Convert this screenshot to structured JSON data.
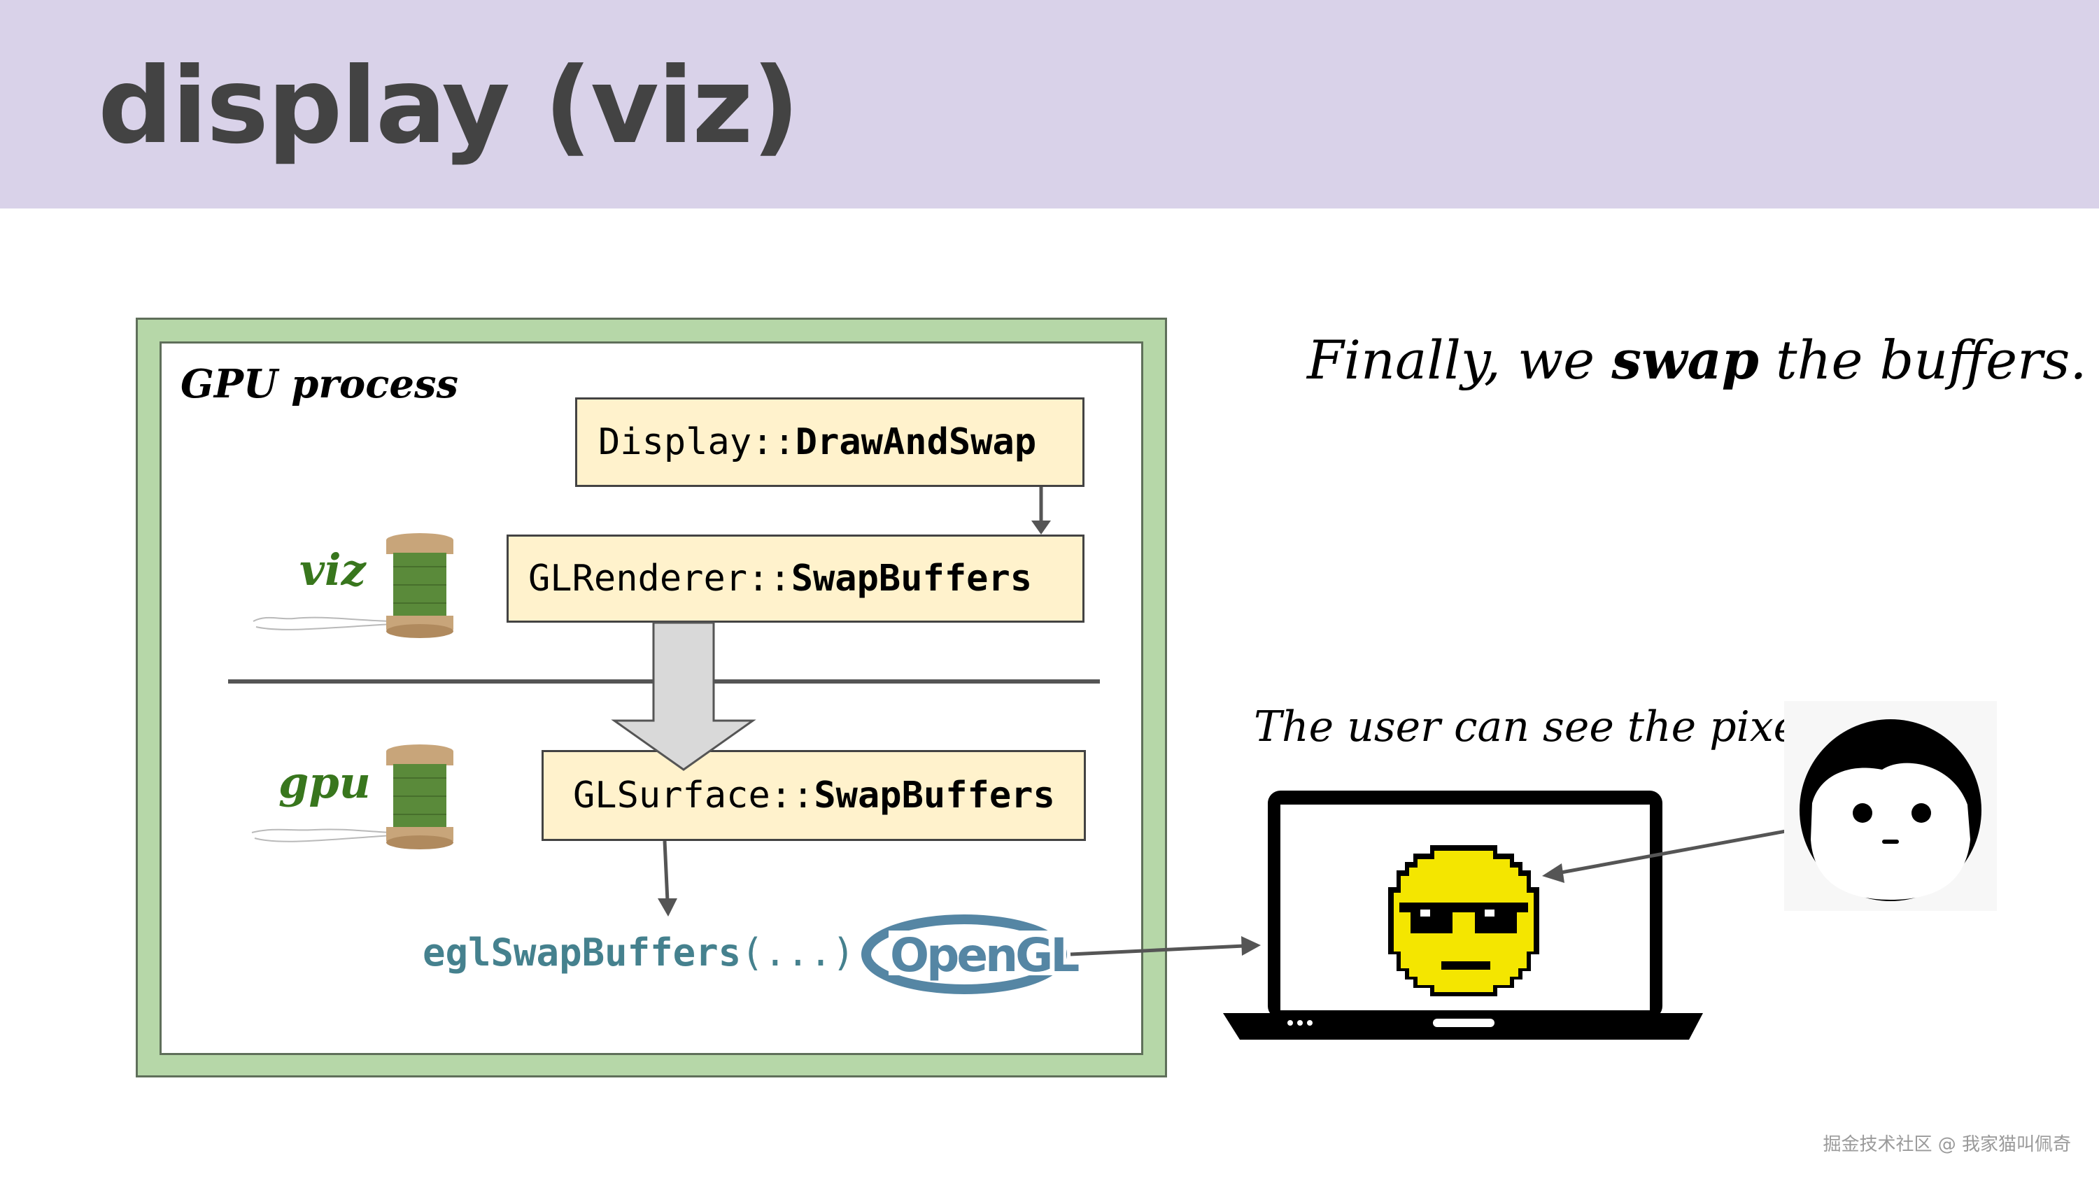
{
  "title": "display (viz)",
  "gpu_process": {
    "label": "GPU process",
    "viz_label": "viz",
    "gpu_label": "gpu",
    "boxes": [
      {
        "prefix": "Display::",
        "method": "DrawAndSwap"
      },
      {
        "prefix": "GLRenderer::",
        "method": "SwapBuffers"
      },
      {
        "prefix": "GLSurface::",
        "method": "SwapBuffers"
      }
    ],
    "egl": {
      "name": "eglSwapBuffers",
      "args": "(...)"
    },
    "opengl_logo": "OpenGL"
  },
  "captions": {
    "swap_prefix": "Finally, we ",
    "swap_bold": "swap",
    "swap_suffix": " the buffers.",
    "user": "The user can see the pixels."
  },
  "watermark": "掘金技术社区 @ 我家猫叫佩奇",
  "colors": {
    "header_bg": "#d9d2e9",
    "gpu_border": "#b6d7a8",
    "box_fill": "#fff2cc",
    "thread_label": "#38761d",
    "egl_text": "#45818e",
    "opengl_blue": "#5586a4"
  }
}
